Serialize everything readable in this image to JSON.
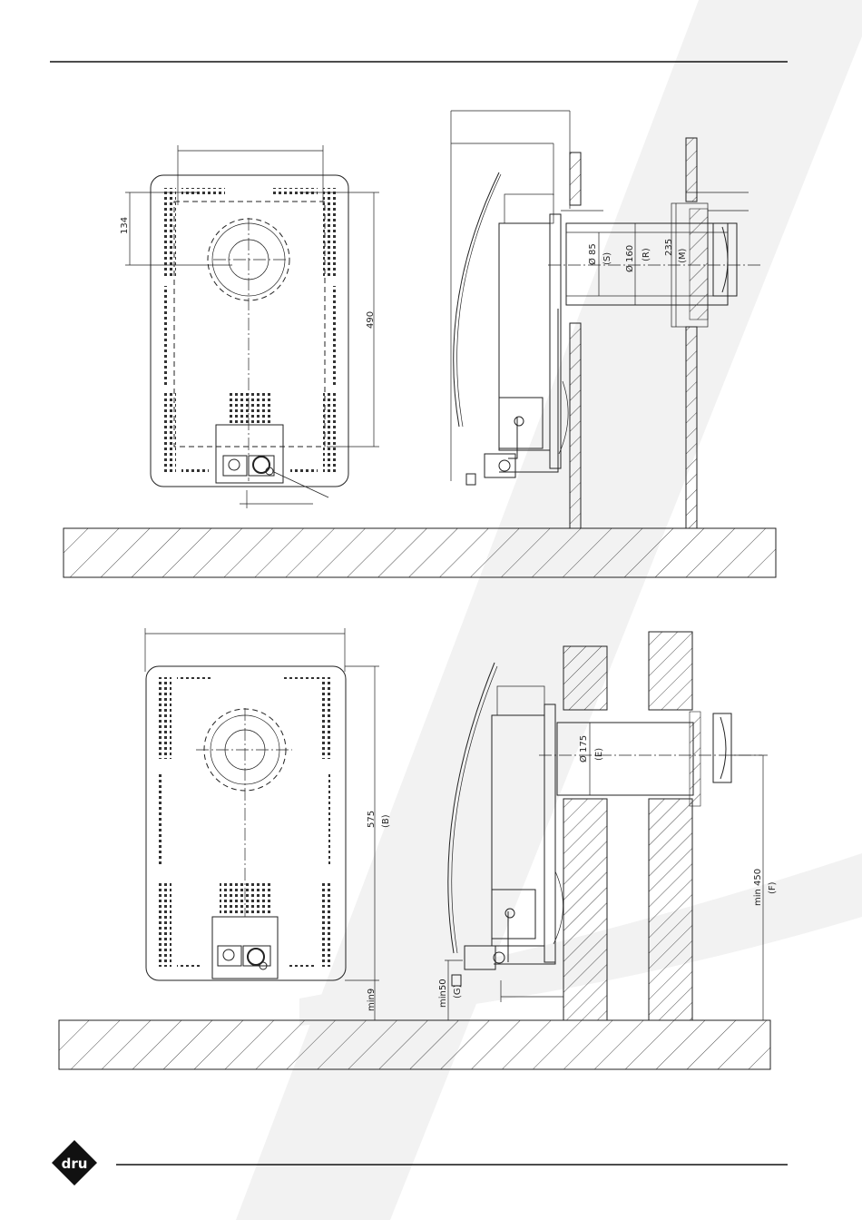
{
  "labels": {
    "top_front_height": "134",
    "top_front_width": "490",
    "top_side_d85": "Ø 85",
    "top_side_s": "(S)",
    "top_side_d160": "Ø 160",
    "top_side_r": "(R)",
    "top_side_235": "235",
    "top_side_m": "(M)",
    "bot_front_575": "575",
    "bot_front_b": "(B)",
    "bot_front_min9": "min9",
    "bot_side_d175": "Ø 175",
    "bot_side_e": "(E)",
    "bot_side_min450": "min 450",
    "bot_side_f": "(F)",
    "bot_side_min50": "min50",
    "bot_side_g": "(G)"
  },
  "logo": {
    "text": "dru"
  },
  "colors": {
    "line": "#222222",
    "watermark": "#f2f2f2"
  }
}
